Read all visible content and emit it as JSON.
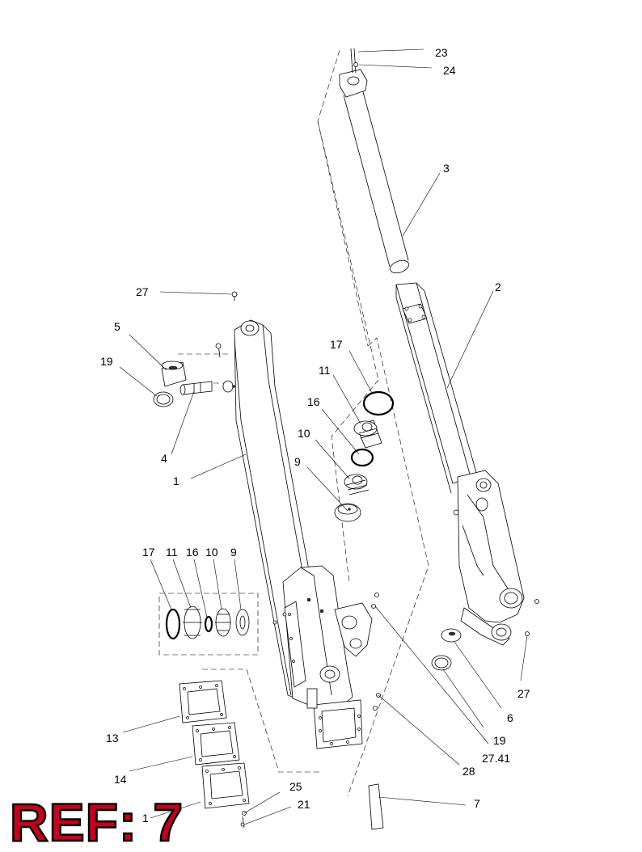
{
  "ref_badge": "REF: 7",
  "colors": {
    "badge_fill": "#c8001e",
    "badge_outline": "#000000",
    "line": "#000000",
    "background": "#ffffff"
  },
  "callouts": [
    {
      "id": "c23",
      "text": "23"
    },
    {
      "id": "c24",
      "text": "24"
    },
    {
      "id": "c3",
      "text": "3"
    },
    {
      "id": "c2",
      "text": "2"
    },
    {
      "id": "c27a",
      "text": "27"
    },
    {
      "id": "c5",
      "text": "5"
    },
    {
      "id": "c19a",
      "text": "19"
    },
    {
      "id": "c4",
      "text": "4"
    },
    {
      "id": "c1",
      "text": "1"
    },
    {
      "id": "c17a",
      "text": "17"
    },
    {
      "id": "c11a",
      "text": "11"
    },
    {
      "id": "c16a",
      "text": "16"
    },
    {
      "id": "c10a",
      "text": "10"
    },
    {
      "id": "c9a",
      "text": "9"
    },
    {
      "id": "c17b",
      "text": "17"
    },
    {
      "id": "c11b",
      "text": "11"
    },
    {
      "id": "c16b",
      "text": "16"
    },
    {
      "id": "c10b",
      "text": "10"
    },
    {
      "id": "c9b",
      "text": "9"
    },
    {
      "id": "c27b",
      "text": "27"
    },
    {
      "id": "c6",
      "text": "6"
    },
    {
      "id": "c19b",
      "text": "19"
    },
    {
      "id": "c2741",
      "text": "27.41"
    },
    {
      "id": "c28",
      "text": "28"
    },
    {
      "id": "c13",
      "text": "13"
    },
    {
      "id": "c14",
      "text": "14"
    },
    {
      "id": "c25",
      "text": "25"
    },
    {
      "id": "c21",
      "text": "21"
    },
    {
      "id": "c7",
      "text": "7"
    },
    {
      "id": "c1b",
      "text": "1"
    }
  ]
}
